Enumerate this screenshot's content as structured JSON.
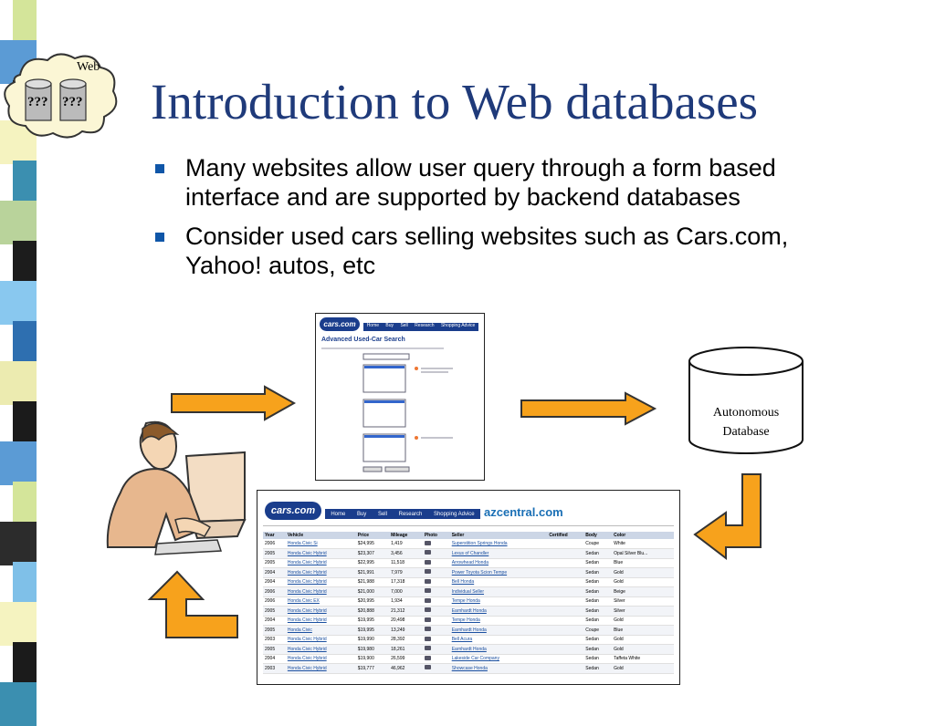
{
  "slide": {
    "title": "Introduction to Web databases",
    "bullets": [
      "Many websites allow user query through a form based interface and are supported by backend databases",
      "Consider used cars selling websites such as Cars.com, Yahoo! autos, etc"
    ]
  },
  "cloud": {
    "label": "Web",
    "cylinder_text": "???"
  },
  "database": {
    "label_line1": "Autonomous",
    "label_line2": "Database"
  },
  "search_form": {
    "logo": "cars.com",
    "nav": [
      "Home",
      "Buy",
      "Sell",
      "Research",
      "Shopping Advice"
    ],
    "heading": "Advanced Used-Car Search"
  },
  "results_page": {
    "logo": "cars.com",
    "nav": [
      "Home",
      "Buy",
      "Sell",
      "Research",
      "Shopping Advice"
    ],
    "partner": "azcentral.com",
    "columns": [
      "Year",
      "Vehicle",
      "Price",
      "Mileage",
      "Photo",
      "Seller",
      "Certified",
      "Body",
      "Color"
    ],
    "rows": [
      [
        "2006",
        "Honda Civic Si",
        "$24,995",
        "1,419",
        "Superstition Springs Honda",
        "Coupe",
        "White"
      ],
      [
        "2005",
        "Honda Civic Hybrid",
        "$23,307",
        "3,456",
        "Lexus of Chandler",
        "Sedan",
        "Opal Silver Blu..."
      ],
      [
        "2005",
        "Honda Civic Hybrid",
        "$22,995",
        "11,518",
        "Arrowhead Honda",
        "Sedan",
        "Blue"
      ],
      [
        "2004",
        "Honda Civic Hybrid",
        "$21,991",
        "7,979",
        "Power Toyota Scion Tempe",
        "Sedan",
        "Gold"
      ],
      [
        "2004",
        "Honda Civic Hybrid",
        "$21,988",
        "17,318",
        "Bell Honda",
        "Sedan",
        "Gold"
      ],
      [
        "2006",
        "Honda Civic Hybrid",
        "$21,000",
        "7,000",
        "Individual Seller",
        "Sedan",
        "Beige"
      ],
      [
        "2006",
        "Honda Civic EX",
        "$20,995",
        "1,934",
        "Tempe Honda",
        "Sedan",
        "Silver"
      ],
      [
        "2005",
        "Honda Civic Hybrid",
        "$20,888",
        "21,312",
        "Earnhardt Honda",
        "Sedan",
        "Silver"
      ],
      [
        "2004",
        "Honda Civic Hybrid",
        "$19,995",
        "20,498",
        "Tempe Honda",
        "Sedan",
        "Gold"
      ],
      [
        "2005",
        "Honda Civic",
        "$19,995",
        "13,249",
        "Earnhardt Honda",
        "Coupe",
        "Blue"
      ],
      [
        "2003",
        "Honda Civic Hybrid",
        "$19,990",
        "28,392",
        "Bell Acura",
        "Sedan",
        "Gold"
      ],
      [
        "2005",
        "Honda Civic Hybrid",
        "$19,980",
        "18,261",
        "Earnhardt Honda",
        "Sedan",
        "Gold"
      ],
      [
        "2004",
        "Honda Civic Hybrid",
        "$19,900",
        "26,599",
        "Lakeside Car Company",
        "Sedan",
        "Taffeta White"
      ],
      [
        "2003",
        "Honda Civic Hybrid",
        "$19,777",
        "46,962",
        "Showcase Honda",
        "Sedan",
        "Gold"
      ]
    ]
  },
  "colors": {
    "title": "#1f3a7a",
    "bullet": "#0f56a8",
    "arrow_fill": "#f7a21c",
    "arrow_stroke": "#333333"
  }
}
